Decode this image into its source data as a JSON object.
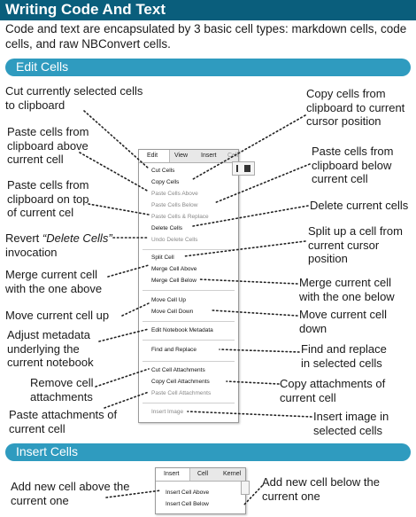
{
  "title": "Writing Code And Text",
  "intro": "Code and text are encapsulated by 3 basic cell types: markdown cells, code cells, and raw NBConvert cells.",
  "sections": {
    "edit": "Edit Cells",
    "insert": "Insert Cells"
  },
  "edit_menu": {
    "tabs": [
      "Edit",
      "View",
      "Insert",
      "Cell"
    ],
    "items": [
      "Cut Cells",
      "Copy Cells",
      "Paste Cells Above",
      "Paste Cells Below",
      "Paste Cells & Replace",
      "Delete Cells",
      "Undo Delete Cells",
      "Split Cell",
      "Merge Cell Above",
      "Merge Cell Below",
      "Move Cell Up",
      "Move Cell Down",
      "Edit Notebook Metadata",
      "Find and Replace",
      "Cut Cell Attachments",
      "Copy Cell Attachments",
      "Paste Cell Attachments",
      "Insert Image"
    ]
  },
  "left_annotations": {
    "cut": [
      "Cut currently selected cells",
      "to clipboard"
    ],
    "paste_above": [
      "Paste cells from",
      "clipboard above",
      "current cell"
    ],
    "paste_replace": [
      "Paste cells from",
      "clipboard on top",
      "of current cel"
    ],
    "undo_pre": "Revert ",
    "undo_em": "“Delete Cells”",
    "undo_post": "invocation",
    "merge_above": [
      "Merge current cell",
      "with the one above"
    ],
    "move_up": "Move current cell up",
    "metadata": [
      "Adjust metadata",
      "underlying the",
      "current notebook"
    ],
    "remove_att": [
      "Remove cell",
      "attachments"
    ],
    "paste_att": [
      "Paste attachments of",
      "current cell"
    ]
  },
  "right_annotations": {
    "copy": [
      "Copy cells from",
      "clipboard to current",
      "cursor position"
    ],
    "paste_below": [
      "Paste cells from",
      "clipboard below",
      "current cell"
    ],
    "delete": "Delete current cells",
    "split": [
      "Split up a cell from",
      "current cursor",
      "position"
    ],
    "merge_below": [
      "Merge current cell",
      "with the one below"
    ],
    "move_down": [
      "Move current cell",
      "down"
    ],
    "find": [
      "Find and replace",
      "in selected cells"
    ],
    "copy_att": [
      "Copy attachments of",
      "current cell"
    ],
    "insert_image": [
      "Insert image in",
      "selected cells"
    ]
  },
  "insert_menu": {
    "tabs": [
      "Insert",
      "Cell",
      "Kernel"
    ],
    "items": [
      "Insert Cell Above",
      "Insert Cell Below"
    ]
  },
  "insert_annotations": {
    "above": [
      "Add new cell above the",
      "current one"
    ],
    "below": [
      "Add new cell below the",
      "current one"
    ]
  },
  "colors": {
    "title_bar": "#0a5e7c",
    "section_bar": "#2f9bbf"
  }
}
